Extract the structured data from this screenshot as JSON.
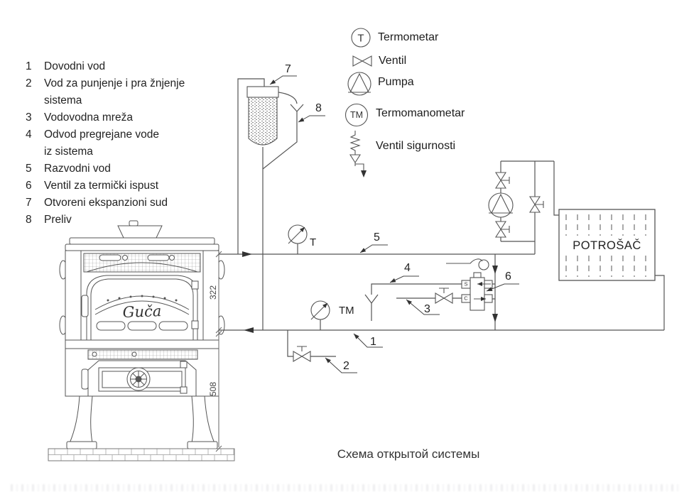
{
  "page": {
    "caption": "Схема открытой системы"
  },
  "legend": {
    "items": [
      {
        "num": "1",
        "line1": "Dovodni vod",
        "line2": ""
      },
      {
        "num": "2",
        "line1": "Vod za punjenje i pra žnjenje",
        "line2": "sistema"
      },
      {
        "num": "3",
        "line1": "Vodovodna mreža",
        "line2": ""
      },
      {
        "num": "4",
        "line1": "Odvod pregrejane vode",
        "line2": "iz sistema"
      },
      {
        "num": "5",
        "line1": "Razvodni vod",
        "line2": ""
      },
      {
        "num": "6",
        "line1": "Ventil za termički ispust",
        "line2": ""
      },
      {
        "num": "7",
        "line1": "Otvoreni ekspanzioni sud",
        "line2": ""
      },
      {
        "num": "8",
        "line1": "Preliv",
        "line2": ""
      }
    ]
  },
  "symbols": {
    "thermometer": {
      "letter": "T",
      "label": "Termometar"
    },
    "valve": {
      "label": "Ventil"
    },
    "pump": {
      "label": "Pumpa"
    },
    "thermomanometer": {
      "letter": "TM",
      "label": "Termomanometar"
    },
    "safety_valve": {
      "label": "Ventil sigurnosti"
    }
  },
  "diagram": {
    "callouts": {
      "c1": "1",
      "c2": "2",
      "c3": "3",
      "c4": "4",
      "c5": "5",
      "c6": "6",
      "c7": "7",
      "c8": "8"
    },
    "thermometer_tag": "T",
    "thermomanometer_tag": "TM",
    "thermal_valve_ports": {
      "top": "S",
      "bottom": "C"
    },
    "consumer_label": "POTROŠAČ",
    "dimensions": {
      "upper": "322",
      "lower": "508"
    },
    "stove_logo": "Guča"
  },
  "colors": {
    "line": "#555555",
    "arrow": "#333333",
    "text": "#1c1c1c",
    "background": "#ffffff"
  }
}
